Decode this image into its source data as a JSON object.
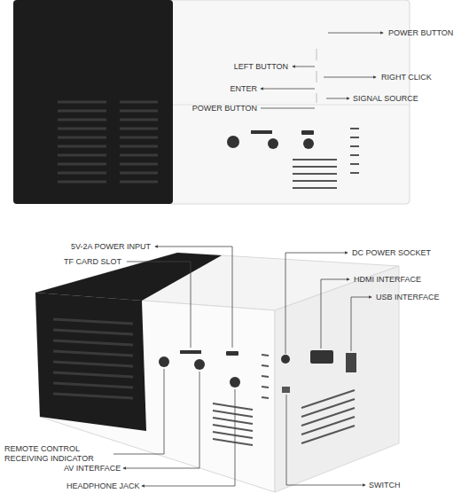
{
  "diagram": {
    "labels": [
      "POWER BUTTON",
      "LEFT BUTTON",
      "RIGHT CLICK",
      "ENTER",
      "SIGNAL SOURCE",
      "POWER BUTTON",
      "5V-2A POWER INPUT",
      "TF CARD SLOT",
      "DC POWER SOCKET",
      "HDMI INTERFACE",
      "USB INTERFACE",
      "REMOTE CONTROL RECEIVING INDICATOR",
      "AV INTERFACE",
      "HEADPHONE JACK",
      "SWITCH"
    ]
  }
}
